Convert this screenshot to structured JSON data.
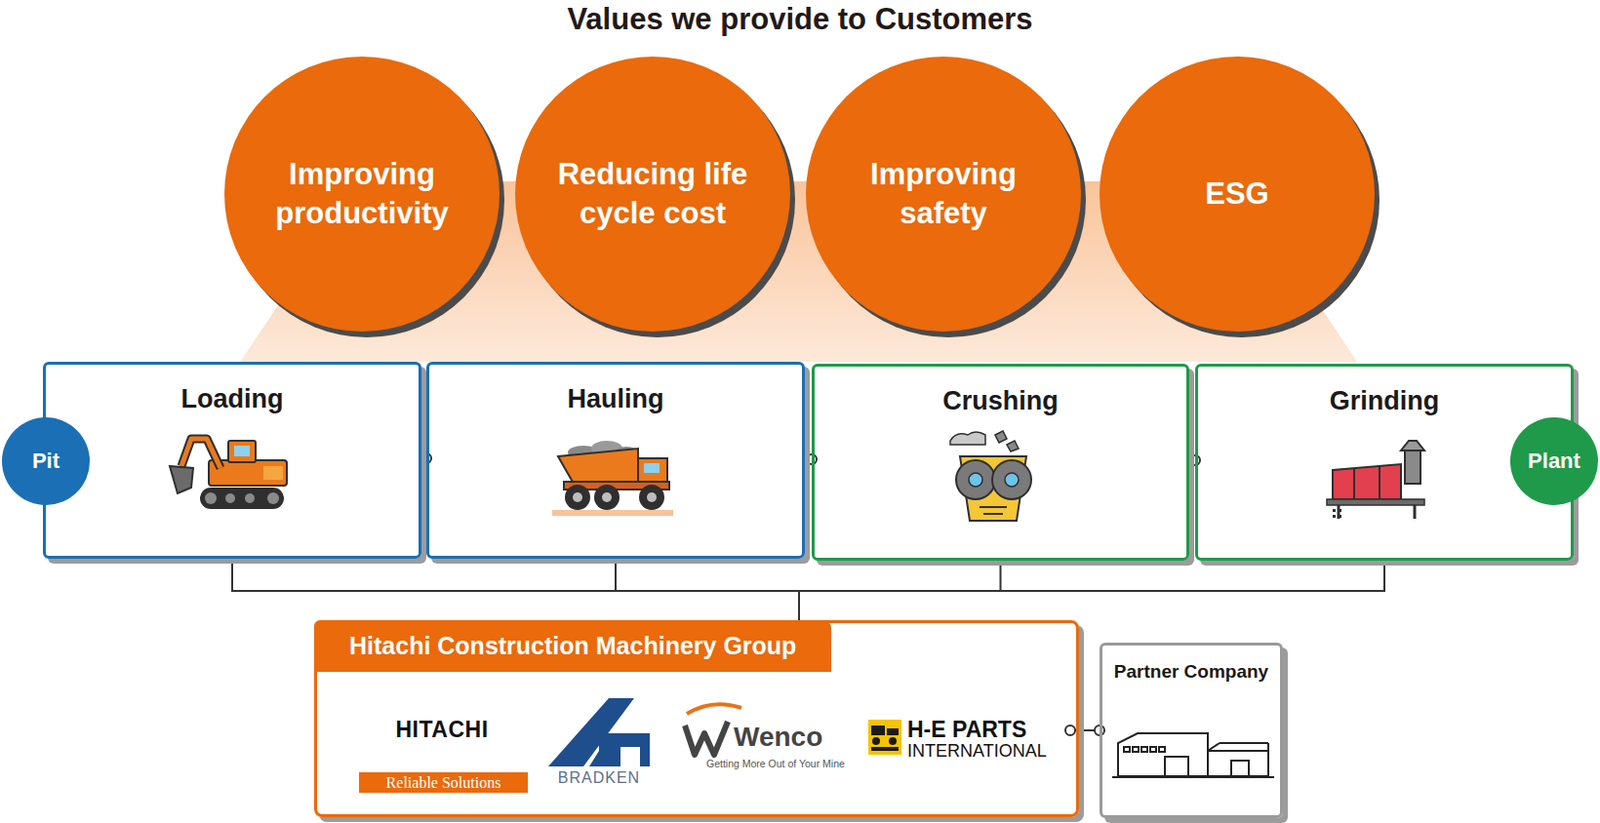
{
  "diagram": {
    "title": "Values we provide to Customers",
    "nodes": [
      {
        "text": [
          "Improving productivity"
        ]
      },
      {
        "text": [
          "Reducing life cycle cost"
        ]
      },
      {
        "text": [
          "Improving safety"
        ]
      },
      {
        "text": [
          "ESG"
        ]
      },
      {
        "text": [
          "Pit"
        ]
      },
      {
        "text": [
          "Loading"
        ]
      },
      {
        "text": [
          "Hauling"
        ]
      },
      {
        "text": [
          "Crushing"
        ]
      },
      {
        "text": [
          "Grinding"
        ]
      },
      {
        "text": [
          "Plant"
        ]
      },
      {
        "text": [
          "Hitachi Construction Machinery Group"
        ]
      },
      {
        "text": [
          "Partner Company"
        ]
      }
    ],
    "edges": [
      {
        "from": 5,
        "to": 6,
        "arrow": "none"
      },
      {
        "from": 6,
        "to": 7,
        "arrow": "none"
      },
      {
        "from": 7,
        "to": 8,
        "arrow": "none"
      },
      {
        "from": 5,
        "to": 10,
        "arrow": "none"
      },
      {
        "from": 6,
        "to": 10,
        "arrow": "none"
      },
      {
        "from": 7,
        "to": 10,
        "arrow": "none"
      },
      {
        "from": 8,
        "to": 10,
        "arrow": "none"
      },
      {
        "from": 10,
        "to": 11,
        "arrow": "none"
      }
    ],
    "labels": [
      "HITACHI",
      "Reliable Solutions",
      "BRADKEN",
      "Wenco",
      "Getting More Out of Your Mine",
      "H-E PARTS",
      "INTERNATIONAL"
    ]
  }
}
